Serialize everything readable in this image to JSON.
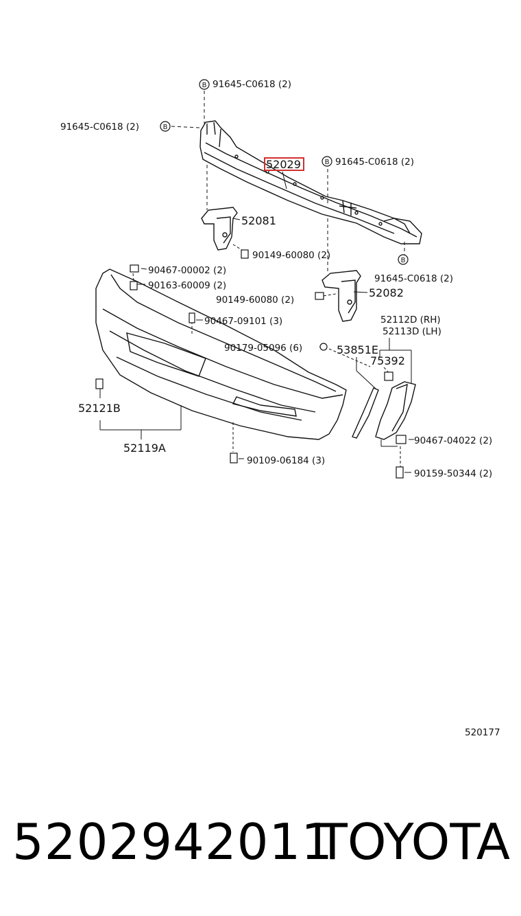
{
  "parts": {
    "bolt_top": "91645-C0618 (2)",
    "bolt_left": "91645-C0618 (2)",
    "bolt_right": "91645-C0618 (2)",
    "bolt_lower_right": "91645-C0618 (2)",
    "reinforcement_highlighted": "52029",
    "bracket_left": "52081",
    "bracket_right": "52082",
    "bolt_90149_upper": "90149-60080 (2)",
    "bolt_90149_lower": "90149-60080 (2)",
    "clip_90467_00002": "90467-00002 (2)",
    "screw_90163": "90163-60009 (2)",
    "clip_90467_09101": "90467-09101 (3)",
    "clip_90179": "90179-05096 (6)",
    "moulding": "53851E",
    "extension_rh": "52112D (RH)",
    "extension_lh": "52113D (LH)",
    "retainer": "75392",
    "clip_90467_04022": "90467-04022 (2)",
    "screw_90159": "90159-50344 (2)",
    "cover_lower": "52121B",
    "bumper_cover": "52119A",
    "screw_90109": "90109-06184 (3)"
  },
  "bolt_symbol": "B",
  "diagram_id": "520177",
  "footer": {
    "part_number": "5202942011",
    "brand": "TOYOTA"
  },
  "colors": {
    "highlight": "#d0312d",
    "line": "#111111"
  }
}
